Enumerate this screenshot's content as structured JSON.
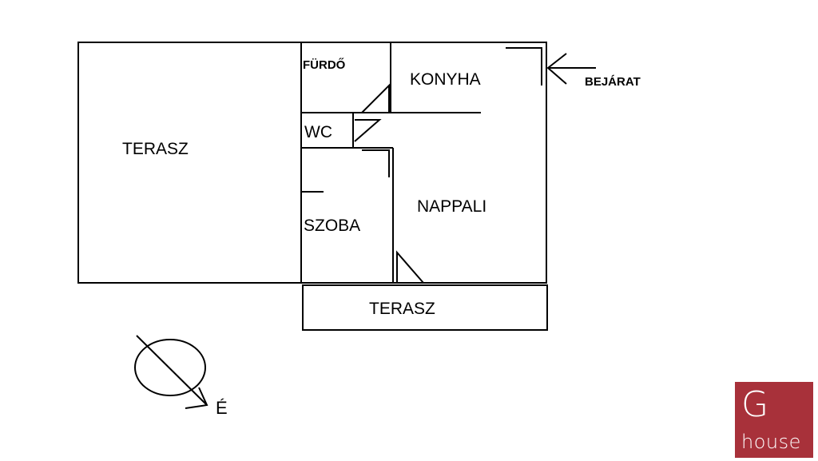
{
  "rooms": {
    "terasz_left": "TERASZ",
    "furdo": "FÜRDŐ",
    "konyha": "KONYHA",
    "bejarat": "BEJÁRAT",
    "wc": "WC",
    "szoba": "SZOBA",
    "nappali": "NAPPALI",
    "terasz_bottom": "TERASZ"
  },
  "compass": {
    "label": "É"
  },
  "logo": {
    "letter": "G",
    "word": "house",
    "color": "#a8313a"
  }
}
